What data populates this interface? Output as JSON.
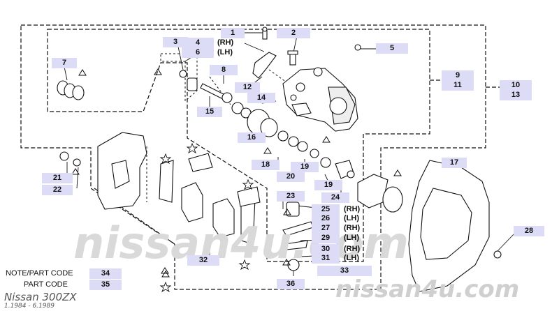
{
  "labels": [
    {
      "id": "1",
      "text": "1"
    },
    {
      "id": "2",
      "text": "2"
    },
    {
      "id": "3",
      "text": "3"
    },
    {
      "id": "4",
      "text": "4"
    },
    {
      "id": "5",
      "text": "5"
    },
    {
      "id": "6",
      "text": "6"
    },
    {
      "id": "7",
      "text": "7"
    },
    {
      "id": "8",
      "text": "8"
    },
    {
      "id": "9",
      "text": "9"
    },
    {
      "id": "10",
      "text": "10"
    },
    {
      "id": "11",
      "text": "11"
    },
    {
      "id": "12",
      "text": "12"
    },
    {
      "id": "13",
      "text": "13"
    },
    {
      "id": "14",
      "text": "14"
    },
    {
      "id": "15",
      "text": "15"
    },
    {
      "id": "16",
      "text": "16"
    },
    {
      "id": "17",
      "text": "17"
    },
    {
      "id": "18",
      "text": "18"
    },
    {
      "id": "19a",
      "text": "19"
    },
    {
      "id": "19b",
      "text": "19"
    },
    {
      "id": "20",
      "text": "20"
    },
    {
      "id": "21",
      "text": "21"
    },
    {
      "id": "22",
      "text": "22"
    },
    {
      "id": "23",
      "text": "23"
    },
    {
      "id": "24",
      "text": "24"
    },
    {
      "id": "25",
      "text": "25"
    },
    {
      "id": "26",
      "text": "26"
    },
    {
      "id": "27",
      "text": "27"
    },
    {
      "id": "28",
      "text": "28"
    },
    {
      "id": "29",
      "text": "29"
    },
    {
      "id": "30",
      "text": "30"
    },
    {
      "id": "31",
      "text": "31"
    },
    {
      "id": "32",
      "text": "32"
    },
    {
      "id": "33",
      "text": "33"
    },
    {
      "id": "34",
      "text": "34"
    },
    {
      "id": "35",
      "text": "35"
    },
    {
      "id": "36",
      "text": "36"
    }
  ],
  "side_labels": {
    "rh": "(RH)",
    "lh": "(LH)"
  },
  "notes": {
    "note_part_code": "NOTE/PART CODE",
    "part_code": "PART CODE"
  },
  "model": {
    "name": "Nissan 300ZX",
    "years": "1.1984 - 6.1989"
  },
  "watermarks": {
    "large": "nissan4u.com",
    "small": "nissan4u.com"
  }
}
